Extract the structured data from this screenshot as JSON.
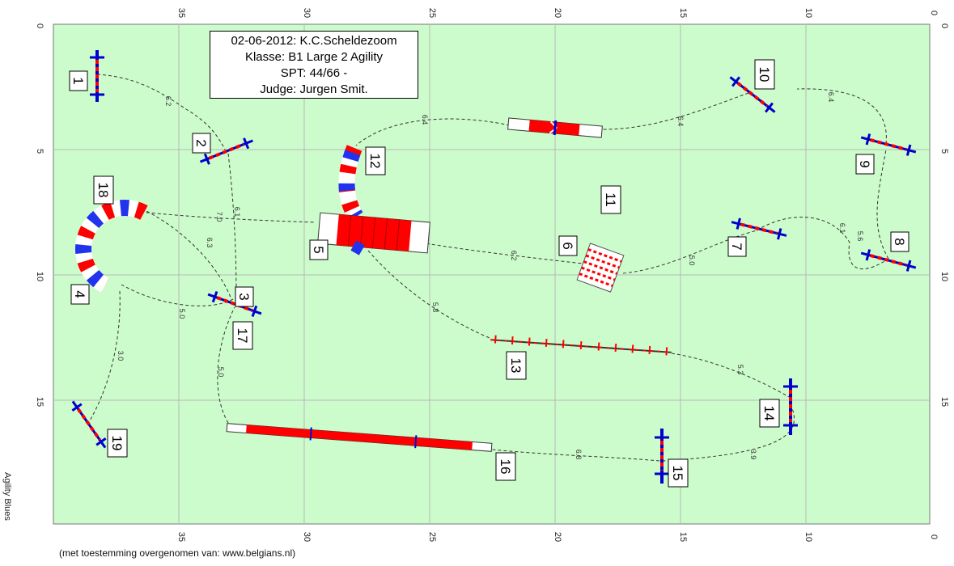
{
  "title": {
    "line1": "02-06-2012: K.C.Scheldezoom",
    "line2": "Klasse: B1 Large 2 Agility",
    "line3": "SPT: 44/66 -",
    "line4": "Judge: Jurgen Smit."
  },
  "top_ticks": [
    "35",
    "30",
    "25",
    "20",
    "15",
    "10",
    "0"
  ],
  "bottom_ticks": [
    "35",
    "30",
    "25",
    "20",
    "15",
    "10",
    "0"
  ],
  "left_ticks": [
    "0",
    "5",
    "10",
    "15"
  ],
  "right_ticks": [
    "0",
    "5",
    "10",
    "15"
  ],
  "obstacle_numbers": [
    "1",
    "2",
    "3",
    "4",
    "5",
    "6",
    "7",
    "8",
    "9",
    "10",
    "11",
    "12",
    "13",
    "14",
    "15",
    "16",
    "17",
    "18",
    "19"
  ],
  "distances": [
    "6.2",
    "6.4",
    "6.4",
    "6.4",
    "7.0",
    "6.1",
    "6.3",
    "5.0",
    "3.0",
    "5.0",
    "6.2",
    "5.8",
    "5.0",
    "6.1",
    "5.6",
    "5.3",
    "3.9",
    "6.8"
  ],
  "side_label": "Agility Blues",
  "credit": "(met toestemming overgenomen van: www.belgians.nl)",
  "colors": {
    "field": "#ccfccc",
    "grid": "#b8b8b8",
    "bar_red": "#ff0000",
    "post_blue": "#0000cc",
    "tunnel_blue": "#2233ee"
  }
}
